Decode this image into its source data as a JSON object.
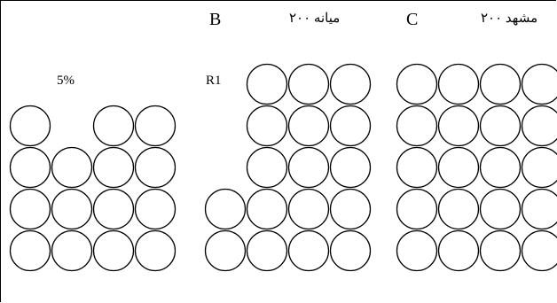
{
  "labels": {
    "panel_b_letter": "B",
    "panel_b_farsi": "میانه ۲۰۰",
    "panel_c_letter": "C",
    "panel_c_farsi": "مشهد ۲۰۰",
    "panel_a_percent": "5%",
    "panel_b_code": "R1"
  },
  "panels": [
    {
      "name": "panel-a",
      "grid_rows": [
        [
          true,
          false,
          true,
          true
        ],
        [
          true,
          true,
          true,
          true
        ],
        [
          true,
          true,
          true,
          true
        ],
        [
          true,
          true,
          true,
          true
        ]
      ]
    },
    {
      "name": "panel-b",
      "grid_rows": [
        [
          false,
          true,
          true,
          true
        ],
        [
          false,
          true,
          true,
          true
        ],
        [
          false,
          true,
          true,
          true
        ],
        [
          true,
          true,
          true,
          true
        ],
        [
          true,
          true,
          true,
          true
        ]
      ]
    },
    {
      "name": "panel-c",
      "grid_rows": [
        [
          true,
          true,
          true,
          true
        ],
        [
          true,
          true,
          true,
          true
        ],
        [
          true,
          true,
          true,
          true
        ],
        [
          true,
          true,
          true,
          true
        ],
        [
          true,
          true,
          true,
          true
        ]
      ]
    }
  ],
  "stroke_color": "#000000"
}
